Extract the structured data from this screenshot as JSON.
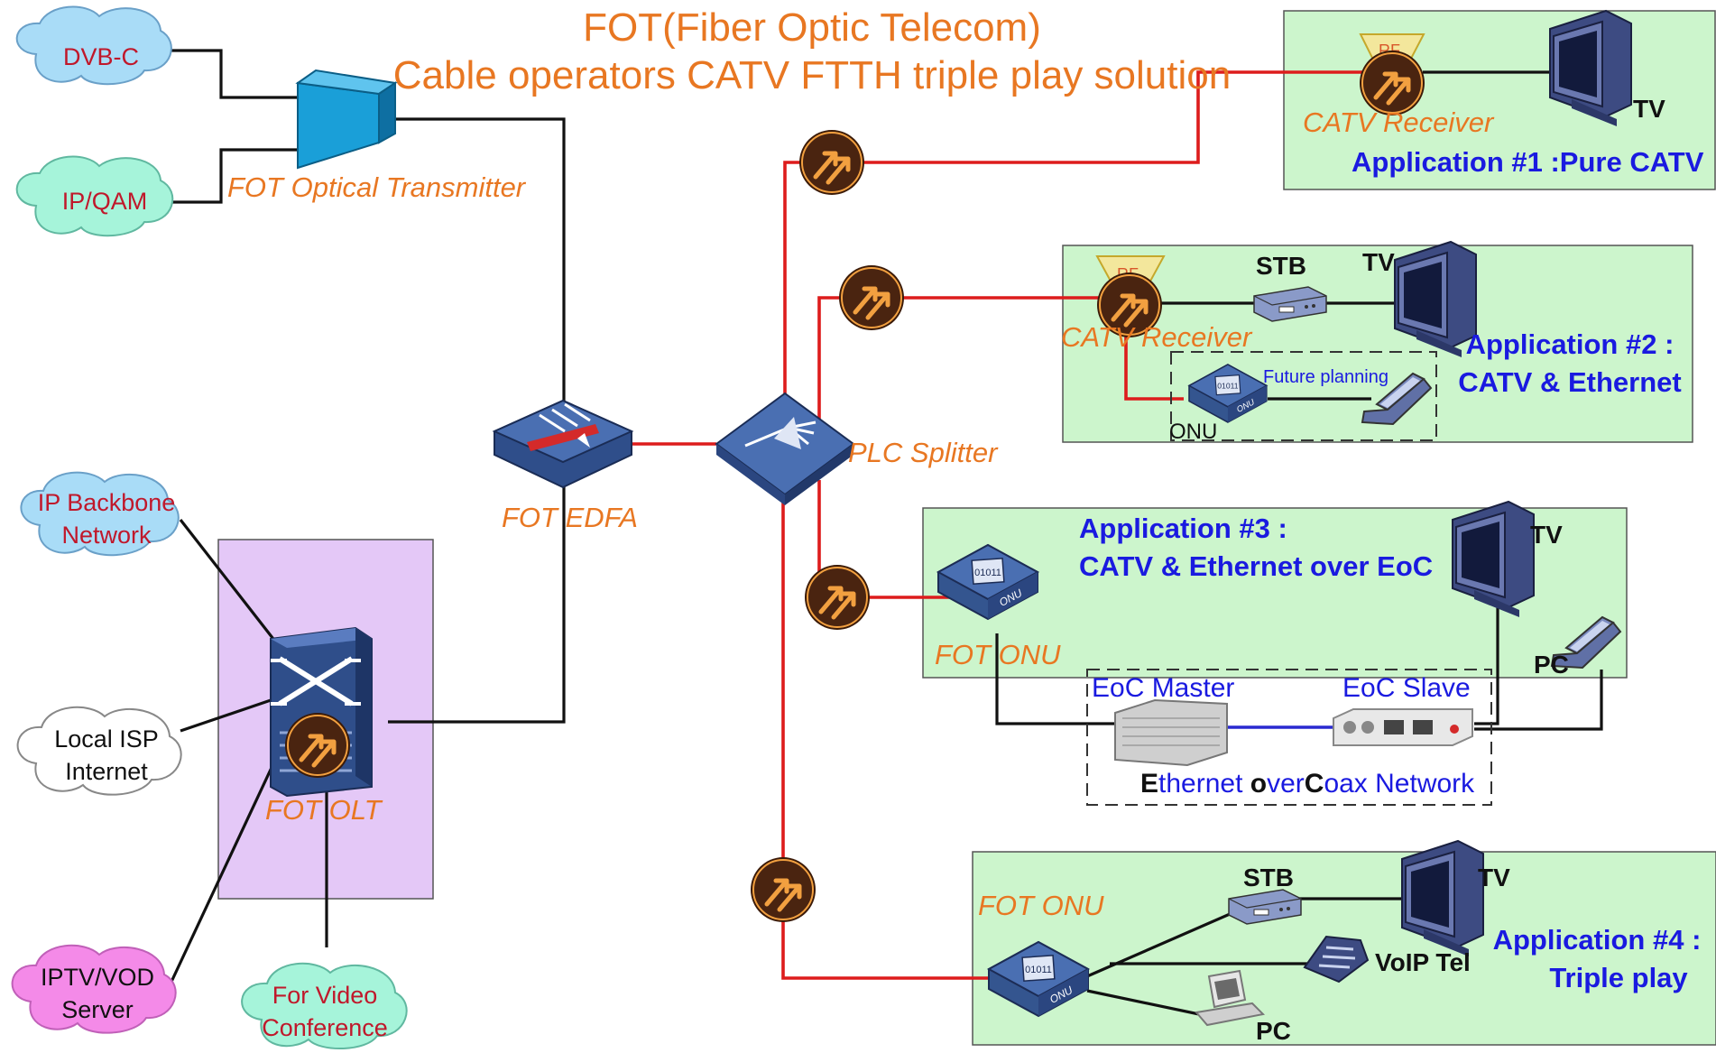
{
  "title": {
    "line1": "FOT(Fiber Optic Telecom)",
    "line2": "Cable operators CATV FTTH triple play solution"
  },
  "clouds": {
    "dvbc": "DVB-C",
    "ipqam": "IP/QAM",
    "ip_backbone_1": "IP Backbone",
    "ip_backbone_2": "Network",
    "local_isp_1": "Local ISP",
    "local_isp_2": "Internet",
    "iptv_1": "IPTV/VOD",
    "iptv_2": "Server",
    "video_conf_1": "For Video",
    "video_conf_2": "Conference"
  },
  "devices": {
    "optical_transmitter": "FOT Optical Transmitter",
    "edfa": "FOT EDFA",
    "plc_splitter": "PLC Splitter",
    "olt": "FOT OLT",
    "catv_receiver": "CATV Receiver",
    "rf_tag": "RF",
    "tv": "TV",
    "stb": "STB",
    "onu_small": "ONU",
    "future_planning": "Future planning",
    "fot_onu": "FOT ONU",
    "onu_chip_text": "01011",
    "onu_side_text": "ONU",
    "eoc_master": "EoC Master",
    "eoc_slave": "EoC Slave",
    "eoc_net_E": "E",
    "eoc_net_thernet": "thernet ",
    "eoc_net_o": "o",
    "eoc_net_ver": "ver",
    "eoc_net_C": "C",
    "eoc_net_oax": "oax Network",
    "pc": "PC",
    "voip": "VoIP Tel"
  },
  "applications": {
    "app1": "Application #1 :Pure CATV",
    "app2_line1": "Application #2 :",
    "app2_line2": "CATV & Ethernet",
    "app3_line1": "Application #3 :",
    "app3_line2": "CATV & Ethernet over EoC",
    "app4_line1": "Application #4 :",
    "app4_line2": "Triple play"
  },
  "colors": {
    "fiber": "#dd1c1c",
    "cable": "#111111",
    "coax": "#2a2ad0",
    "label_orange": "#e87722",
    "label_blue": "#1a1ae0",
    "panel_green": "#ccf5cc",
    "panel_purple": "#e4c8f7",
    "device_blue": "#34558f"
  }
}
